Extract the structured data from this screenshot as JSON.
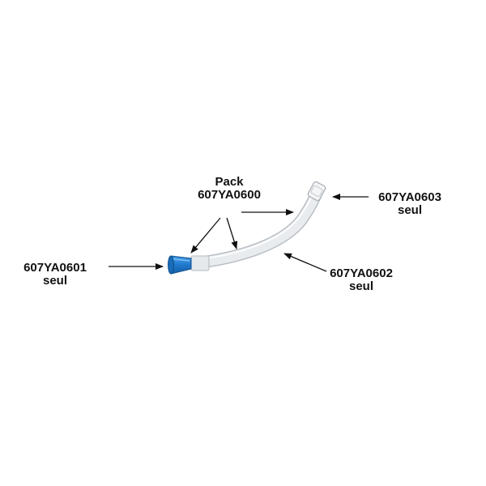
{
  "labels": {
    "pack": {
      "line1": "Pack",
      "line2": "607YA0600"
    },
    "part_0601": {
      "code": "607YA0601",
      "suffix": "seul"
    },
    "part_0602": {
      "code": "607YA0602",
      "suffix": "seul"
    },
    "part_0603": {
      "code": "607YA0603",
      "suffix": "seul"
    }
  },
  "colors": {
    "connector_blue": "#2a7fd0",
    "tube_clear": "#e9ecef",
    "arrow": "#111111",
    "text": "#111111"
  }
}
